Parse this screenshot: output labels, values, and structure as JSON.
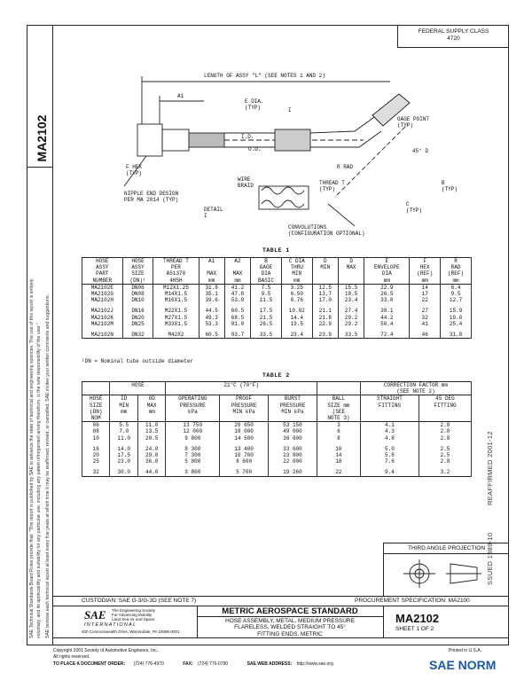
{
  "sidebar": {
    "doc_code": "MA2102",
    "disclaimer_1": "SAE Technical Standards Board Rules provide that: \"This report is published by SAE to advance the state of technical and engineering sciences. The use of this report is entirely",
    "disclaimer_2": "voluntary, and its applicability and suitability for any particular use, including any patent infringement arising therefrom, is the sole responsibility of the user.\"",
    "disclaimer_3": "SAE reviews each technical report at least every five years at which time it may be reaffirmed, revised, or cancelled. SAE invites your written comments and suggestions."
  },
  "header": {
    "federal_supply_class_label": "FEDERAL SUPPLY CLASS",
    "federal_supply_class": "4720"
  },
  "right_margin": {
    "reaffirmed": "REAFFIRMED 2001-12",
    "ssued": "SSUED 1989-10"
  },
  "drawing": {
    "length_label": "LENGTH OF ASSY \"L\" (SEE NOTES 1 AND 2)",
    "a1": "A1",
    "e_dia": "E DIA.\n(TYP)",
    "gage_point": "GAGE POINT\n(TYP)",
    "id": "I.D.",
    "od": "O.D.",
    "deg45": "45° D",
    "r_rad": "R RAD",
    "f_hex": "F HEX\n(TYP)",
    "nipple": "NIPPLE END DESIGN\nPER MA 2014 (TYP)",
    "wire_braid": "WIRE\nBRAID",
    "thread_t": "THREAD T\n(TYP)",
    "b_typ": "B\n(TYP)",
    "c_typ": "C\n(TYP)",
    "detail": "DETAIL\nI",
    "convolutions": "CONVOLUTIONS\n(CONFIGURATION OPTIONAL)",
    "i_mark": "I"
  },
  "table1": {
    "title": "TABLE 1",
    "headers": [
      "HOSE\nASSY\nPART\nNUMBER",
      "HOSE\nASSY\nSIZE\n(DN)¹",
      "THREAD T\nPER\nAS1370\n4H5H",
      "A1\n\nMAX\nmm",
      "A2\n\nMAX\nmm",
      "B\nGAGE\nDIA\nBASIC",
      "C DIA\nTHRU\nMIN\nmm",
      "D\nMIN",
      "D\nMAX",
      "E\nENVELOPE\nDIA\nmm",
      "F\nHEX\n(REF)\nmm",
      "R\nRAD\n(REF)\nmm"
    ],
    "rows": [
      [
        "MA2102E",
        "DN06",
        "M12X1.25",
        "31.8",
        "41.2",
        "7.5",
        "3.25",
        "12.5",
        "15.5",
        "22.9",
        "14",
        "6.4"
      ],
      [
        "MA2102G",
        "DN08",
        "M14X1.5",
        "35.1",
        "47.8",
        "9.5",
        "6.50",
        "13.7",
        "18.5",
        "26.5",
        "17",
        "9.5"
      ],
      [
        "MA2102H",
        "DN10",
        "M16X1.5",
        "39.6",
        "53.9",
        "11.5",
        "8.76",
        "17.0",
        "23.4",
        "33.0",
        "22",
        "12.7"
      ],
      [
        "",
        "",
        "",
        "",
        "",
        "",
        "",
        "",
        "",
        "",
        "",
        ""
      ],
      [
        "MA2102J",
        "DN16",
        "M22X1.5",
        "44.5",
        "60.5",
        "17.5",
        "10.02",
        "21.1",
        "27.4",
        "38.1",
        "27",
        "15.9"
      ],
      [
        "MA2102K",
        "DN20",
        "M27X1.5",
        "49.3",
        "68.5",
        "21.5",
        "14.4",
        "21.8",
        "29.2",
        "44.2",
        "32",
        "19.0"
      ],
      [
        "MA2102M",
        "DN25",
        "M33X1.5",
        "53.3",
        "81.0",
        "26.5",
        "19.5",
        "22.9",
        "29.2",
        "50.4",
        "41",
        "25.4"
      ],
      [
        "",
        "",
        "",
        "",
        "",
        "",
        "",
        "",
        "",
        "",
        "",
        ""
      ],
      [
        "MA2102N",
        "DN32",
        "M42X2",
        "60.5",
        "93.7",
        "33.5",
        "23.4",
        "23.9",
        "33.5",
        "72.4",
        "46",
        "31.8"
      ]
    ],
    "footnote": "¹DN = Nominal tube outside diameter"
  },
  "table2": {
    "title": "TABLE 2",
    "group_hose": "HOSE",
    "group_temp": "21°C (70°F)",
    "group_corr": "CORRECTION FACTOR mm\n(SEE NOTE 2)",
    "headers": [
      "HOSE\nSIZE\n(DN)\nNOM",
      "ID\nMIN\nmm",
      "OD\nMAX\nmm",
      "OPERATING\nPRESSURE\nkPa",
      "PROOF\nPRESSURE\nMIN kPa",
      "BURST\nPRESSURE\nMIN kPa",
      "BALL\nSIZE mm\n(SEE\nNOTE 3)",
      "STRAIGHT\nFITTING",
      "45 DEG\nFITTING"
    ],
    "rows": [
      [
        "06",
        "5.5",
        "11.0",
        "13 750",
        "20 650",
        "53 150",
        "3",
        "4.1",
        "2.8"
      ],
      [
        "08",
        "7.0",
        "13.5",
        "12 000",
        "18 000",
        "49 000",
        "6",
        "4.3",
        "2.8"
      ],
      [
        "10",
        "11.0",
        "20.5",
        "9 800",
        "14 500",
        "36 600",
        "8",
        "4.8",
        "2.8"
      ],
      [
        "",
        "",
        "",
        "",
        "",
        "",
        "",
        "",
        ""
      ],
      [
        "16",
        "14.0",
        "24.0",
        "8 300",
        "13 400",
        "33 600",
        "10",
        "5.0",
        "2.5"
      ],
      [
        "20",
        "17.5",
        "29.0",
        "7 300",
        "10 700",
        "23 800",
        "14",
        "5.8",
        "2.5"
      ],
      [
        "25",
        "23.0",
        "36.0",
        "5 800",
        "8 600",
        "22 000",
        "18",
        "7.6",
        "2.8"
      ],
      [
        "",
        "",
        "",
        "",
        "",
        "",
        "",
        "",
        ""
      ],
      [
        "32",
        "30.0",
        "44.0",
        "3 800",
        "5 700",
        "19 260",
        "22",
        "9.4",
        "3.2"
      ]
    ]
  },
  "third_angle": {
    "label": "THIRD ANGLE PROJECTION"
  },
  "footer": {
    "custodian": "CUSTODIAN: SAE G-3/G-3D (SEE NOTE 7)",
    "procurement": "PROCUREMENT SPECIFICATION: MA2100",
    "sae": "SAE",
    "sae_tagline": "The Engineering Society\nFor Advancing Mobility\nLand Sea Air and Space",
    "international": "INTERNATIONAL",
    "address": "400 Commonwealth Drive, Warrendale, PA 15096-0001",
    "standard_title": "METRIC AEROSPACE STANDARD",
    "description": "HOSE ASSEMBLY, METAL, MEDIUM PRESSURE\nFLARELESS, WELDED STRAIGHT TO 45°\nFITTING ENDS, METRIC",
    "part_code": "MA2102",
    "sheet": "SHEET 1 OF 2",
    "copyright": "Copyright 2001 Society of Automotive Engineers, Inc.",
    "rights": "All rights reserved.",
    "printed": "Printed in U.S.A.",
    "order_line": "TO PLACE A DOCUMENT ORDER:",
    "phone": "(724) 776-4970",
    "fax_label": "FAX:",
    "fax": "(724) 776-0790",
    "web_label": "SAE WEB ADDRESS:",
    "web": "http://www.sae.org"
  },
  "watermark": "SAE NORM"
}
